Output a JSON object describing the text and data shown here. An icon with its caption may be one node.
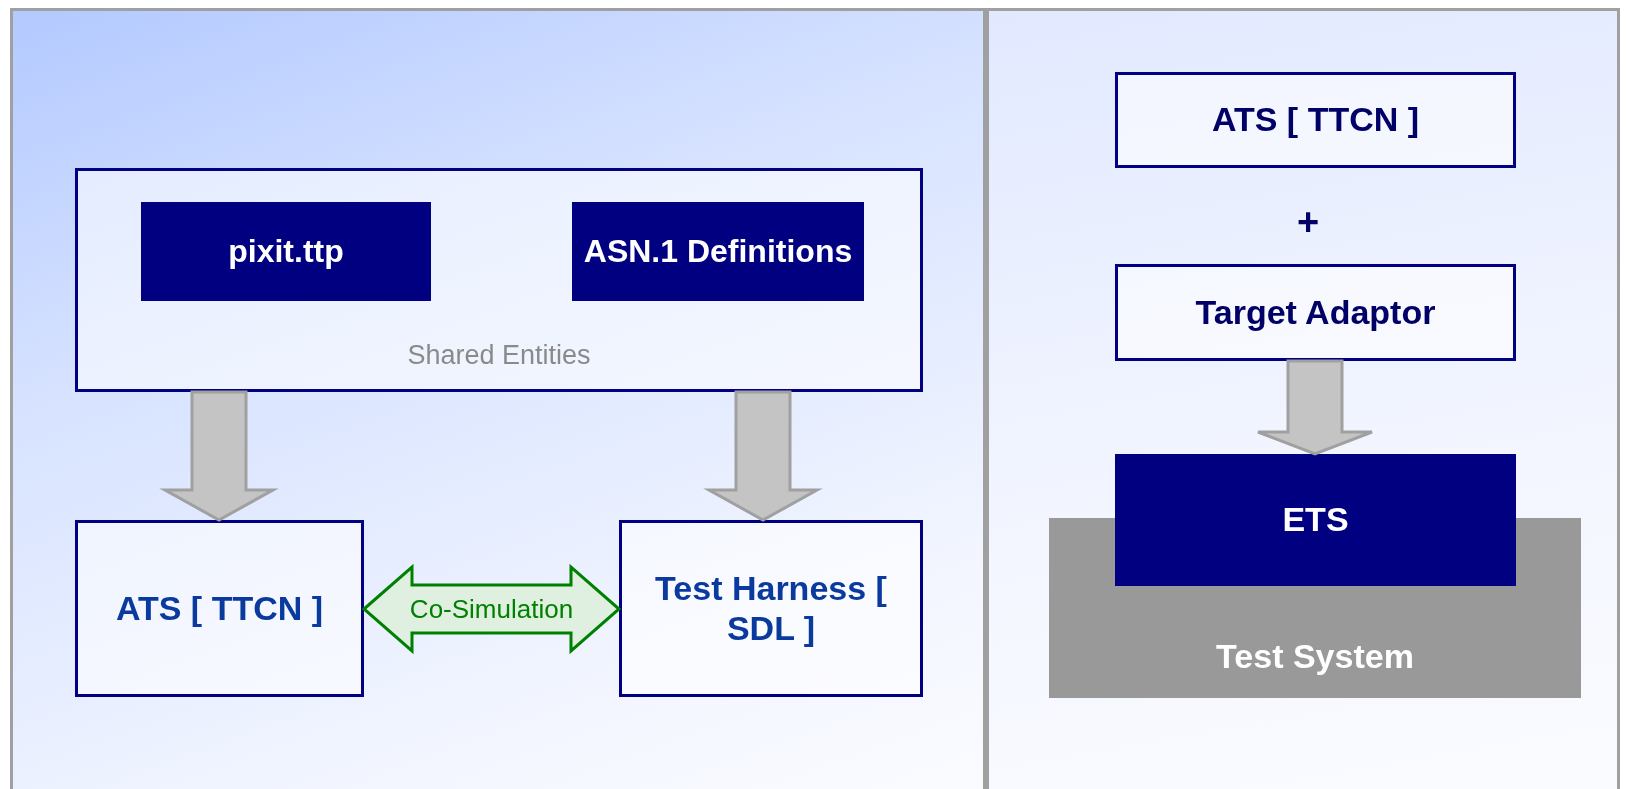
{
  "diagram": {
    "nodes": [
      {
        "text": [
          "Shared Entities"
        ]
      },
      {
        "text": [
          "pixit.ttp"
        ],
        "in": 0
      },
      {
        "text": [
          "ASN.1 Definitions"
        ],
        "in": 0
      },
      {
        "text": [
          "ATS [ TTCN ]"
        ]
      },
      {
        "text": [
          "Test Harness [ SDL ]"
        ]
      },
      {
        "text": [
          "ATS [ TTCN ]"
        ]
      },
      {
        "text": [
          "Target Adaptor"
        ]
      },
      {
        "text": [
          "ETS"
        ]
      },
      {
        "text": [
          "Test System"
        ]
      }
    ],
    "edges": [
      {
        "from": 0,
        "to": 3,
        "arrow": "to"
      },
      {
        "from": 0,
        "to": 4,
        "arrow": "to"
      },
      {
        "from": 3,
        "to": 4,
        "arrow": "both",
        "label": "Co-Simulation",
        "color": "#008000"
      },
      {
        "from": 6,
        "to": 7,
        "arrow": "to"
      }
    ],
    "labels": [
      "+"
    ]
  }
}
